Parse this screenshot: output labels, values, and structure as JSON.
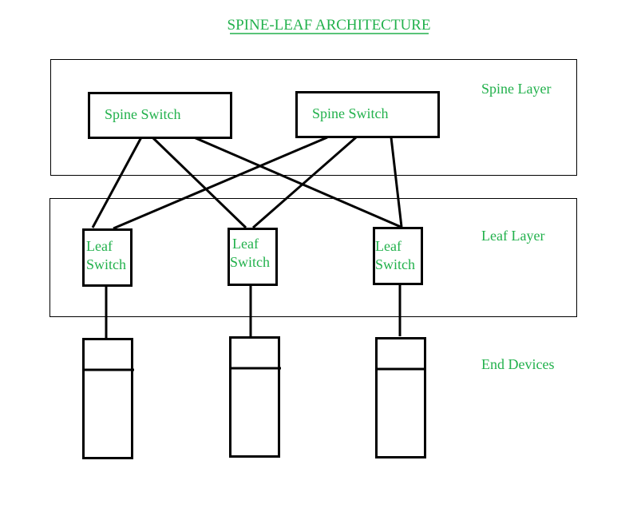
{
  "title": "SPINE-LEAF ARCHITECTURE",
  "colors": {
    "text": "#22b14c",
    "stroke": "#000000",
    "background": "#ffffff"
  },
  "layers": {
    "spine": {
      "label": "Spine Layer"
    },
    "leaf": {
      "label": "Leaf Layer"
    },
    "end": {
      "label": "End Devices"
    }
  },
  "spine_switches": [
    {
      "id": "spine-1",
      "label": "Spine Switch"
    },
    {
      "id": "spine-2",
      "label": "Spine Switch"
    }
  ],
  "leaf_switches": [
    {
      "id": "leaf-1",
      "line1": "Leaf",
      "line2": "Switch"
    },
    {
      "id": "leaf-2",
      "line1": "Leaf",
      "line2": "Switch"
    },
    {
      "id": "leaf-3",
      "line1": "Leaf",
      "line2": "Switch"
    }
  ],
  "end_devices": [
    {
      "id": "device-1",
      "attached_to": "leaf-1"
    },
    {
      "id": "device-2",
      "attached_to": "leaf-2"
    },
    {
      "id": "device-3",
      "attached_to": "leaf-3"
    }
  ],
  "links": [
    {
      "from": "spine-1",
      "to": "leaf-1"
    },
    {
      "from": "spine-1",
      "to": "leaf-2"
    },
    {
      "from": "spine-1",
      "to": "leaf-3"
    },
    {
      "from": "spine-2",
      "to": "leaf-1"
    },
    {
      "from": "spine-2",
      "to": "leaf-2"
    },
    {
      "from": "spine-2",
      "to": "leaf-3"
    }
  ]
}
